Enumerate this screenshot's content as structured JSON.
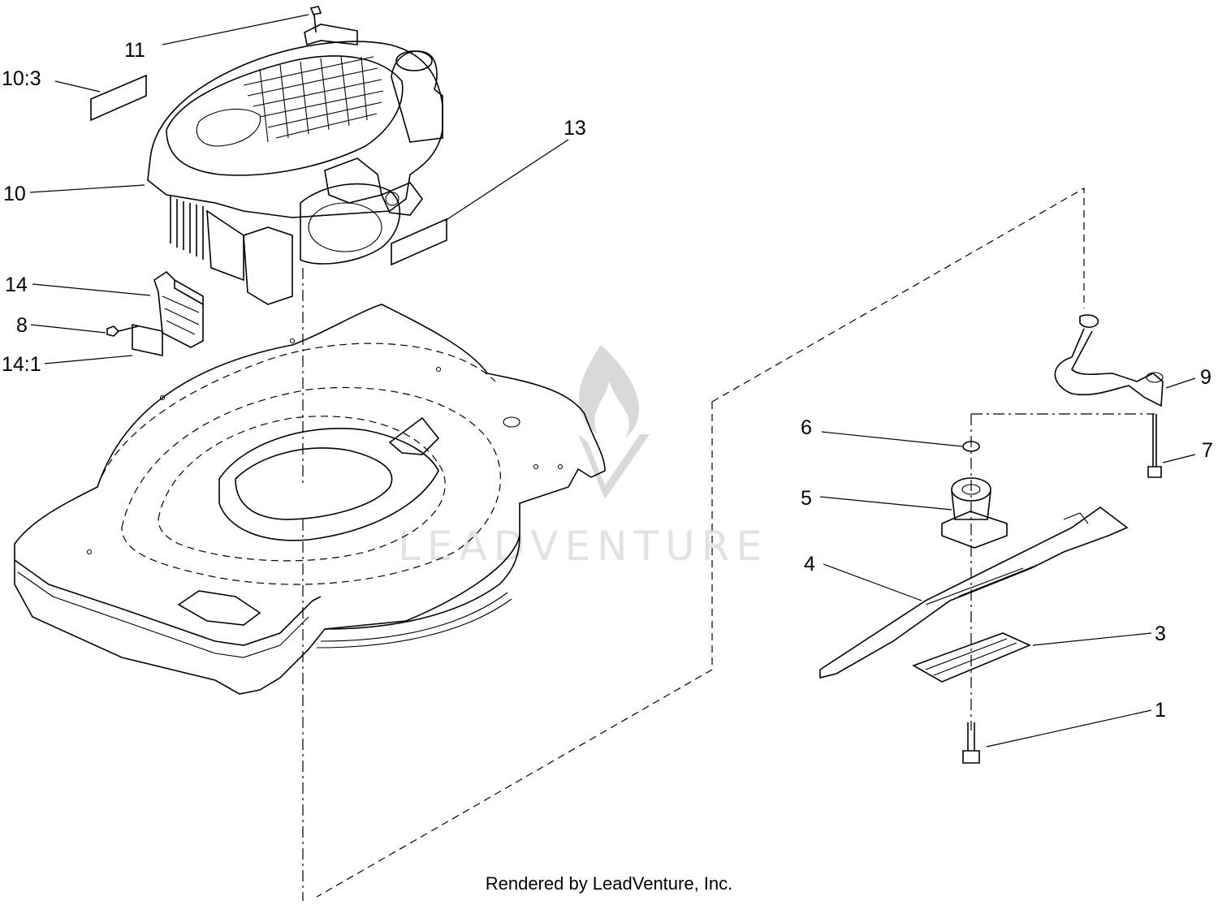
{
  "footer": {
    "text": "Rendered by LeadVenture, Inc."
  },
  "watermark": {
    "text": "LEADVENTURE"
  },
  "callouts": {
    "c11": "11",
    "c10_3": "10:3",
    "c10": "10",
    "c13": "13",
    "c14": "14",
    "c8": "8",
    "c14_1": "14:1",
    "c9": "9",
    "c6": "6",
    "c7": "7",
    "c5": "5",
    "c4": "4",
    "c3": "3",
    "c1": "1"
  }
}
